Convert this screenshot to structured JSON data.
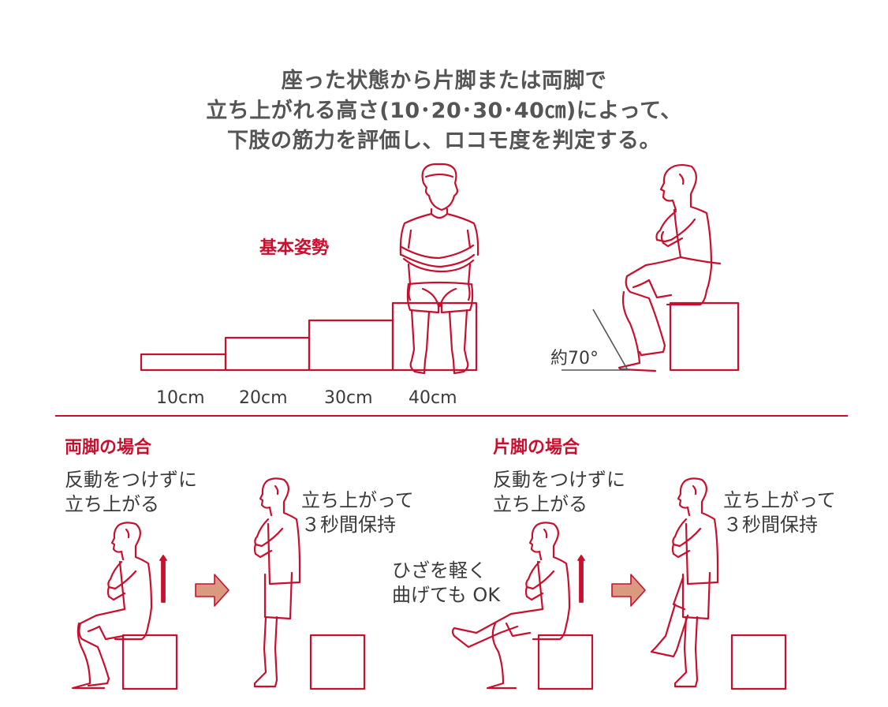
{
  "title": {
    "lines": [
      "座った状態から片脚または両脚で",
      "立ち上がれる高さ(10･20･30･40㎝)によって、",
      "下肢の筋力を評価し、ロコモ度を判定する。"
    ]
  },
  "basic_posture": {
    "label": "基本姿勢",
    "heights": [
      "10cm",
      "20cm",
      "30cm",
      "40cm"
    ],
    "angle_label": "約70°"
  },
  "both_legs": {
    "heading": "両脚の場合",
    "step1": [
      "反動をつけずに",
      "立ち上がる"
    ],
    "step2": [
      "立ち上がって",
      "３秒間保持"
    ]
  },
  "one_leg": {
    "heading": "片脚の場合",
    "step1": [
      "反動をつけずに",
      "立ち上がる"
    ],
    "note": [
      "ひざを軽く",
      "曲げても OK"
    ],
    "step2": [
      "立ち上がって",
      "３秒間保持"
    ]
  },
  "colors": {
    "accent_red": "#c8102e",
    "text_gray": "#3a3a3a",
    "arrow_fill": "#d99a80",
    "angle_line": "#555555"
  }
}
